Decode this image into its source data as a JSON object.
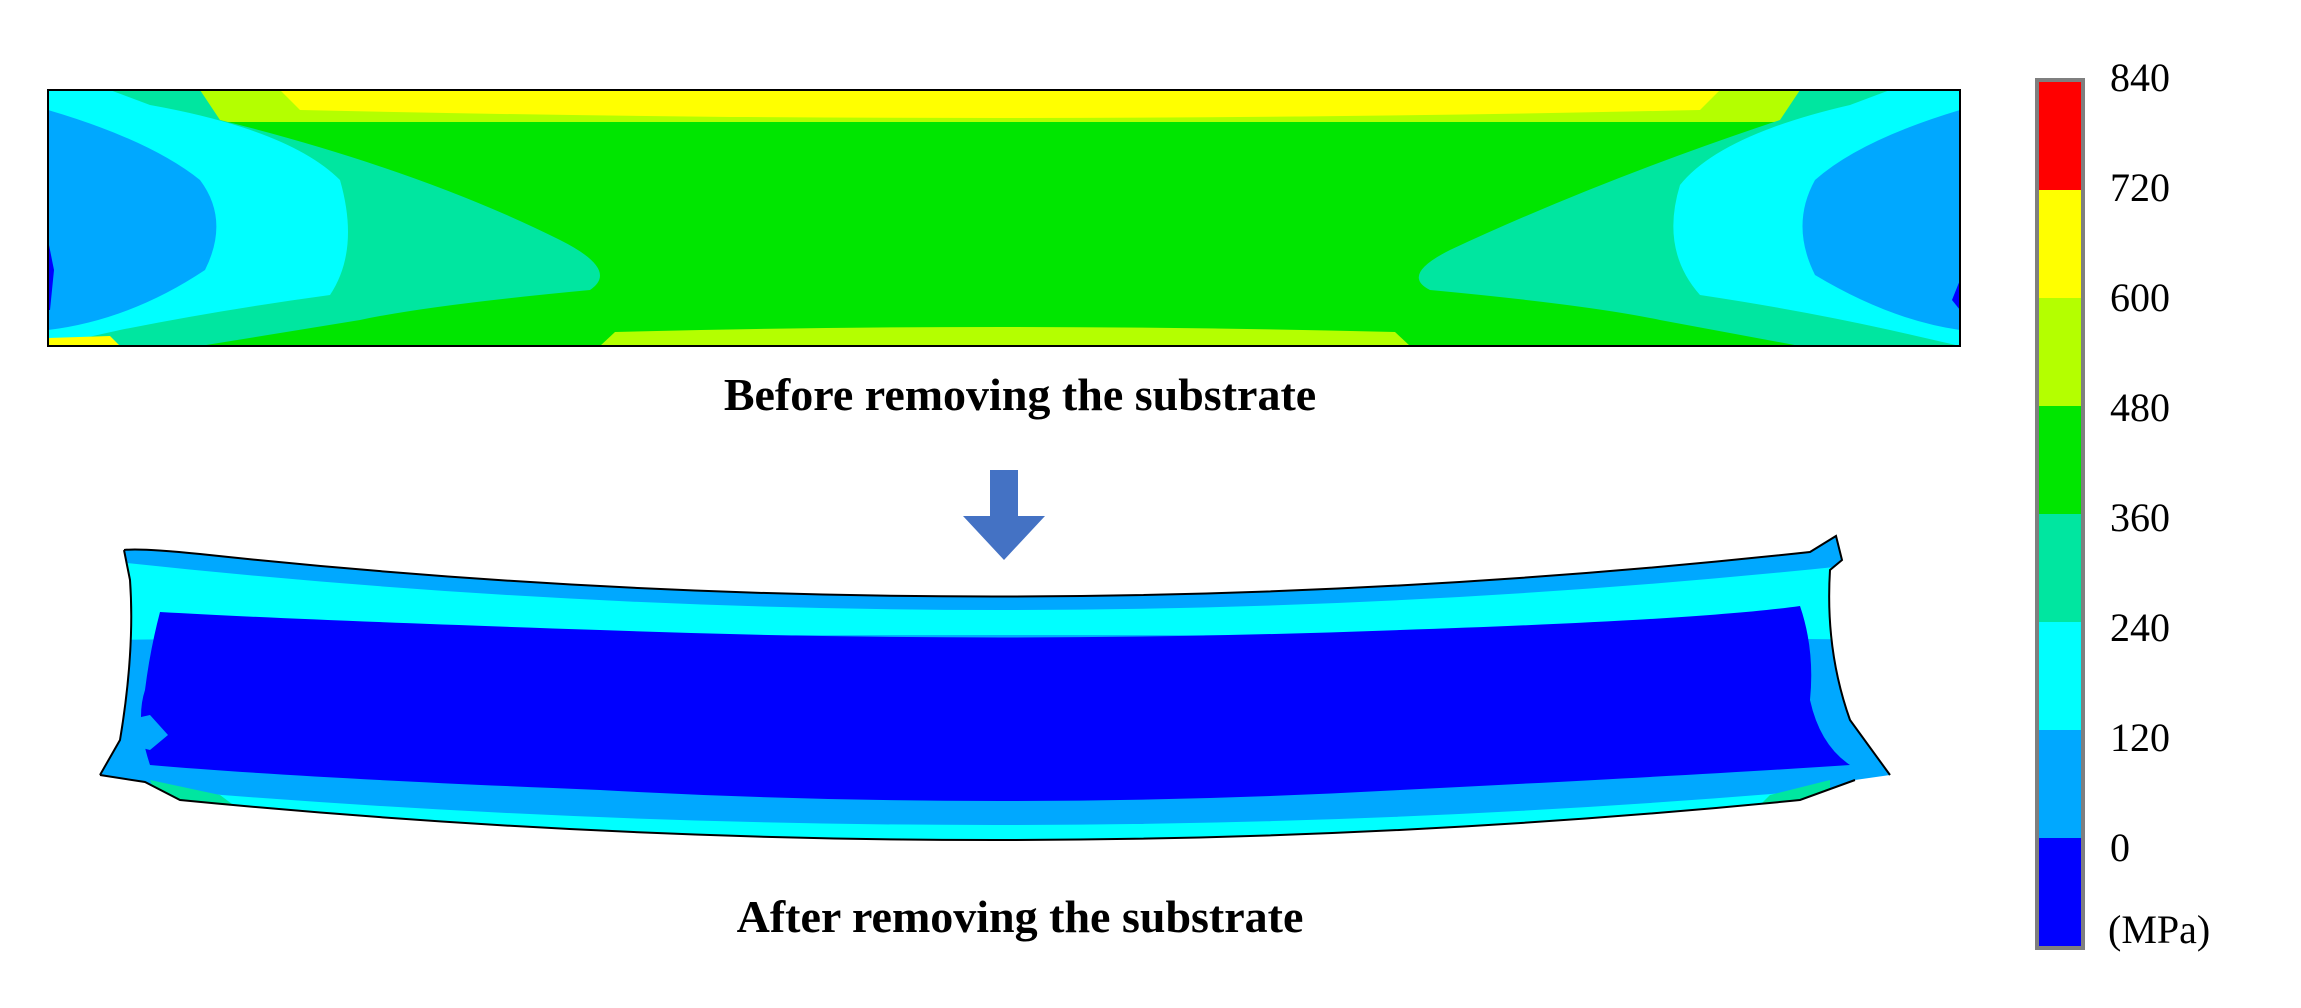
{
  "captions": {
    "before": "Before removing the substrate",
    "after": "After removing the substrate"
  },
  "color_scale": {
    "unit": "(MPa)",
    "ticks": [
      "840",
      "720",
      "600",
      "480",
      "360",
      "240",
      "120",
      "0"
    ],
    "bands_top_to_bottom": [
      "#ff0000",
      "#ffff00",
      "#b4ff00",
      "#00e600",
      "#00e6a0",
      "#00ffff",
      "#00a8ff",
      "#0000ff"
    ]
  },
  "colors": {
    "arrow": "#4472c4",
    "band_green": "#00e600",
    "band_yellow": "#ffff00",
    "band_yellowgreen": "#b4ff00",
    "band_teal": "#00e6a0",
    "band_cyan": "#00ffff",
    "band_lightblue": "#00a8ff",
    "band_blue": "#0000ff"
  }
}
